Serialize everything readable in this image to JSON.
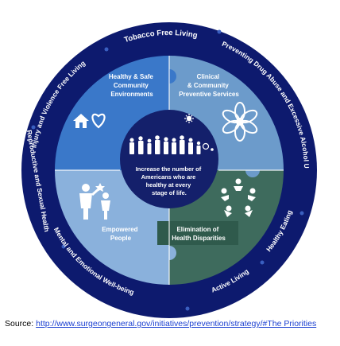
{
  "outer_ring": {
    "labels": [
      {
        "id": "tobacco",
        "text": "Tobacco Free Living"
      },
      {
        "id": "drug",
        "text": "Preventing Drug Abuse and Excessive Alcohol Use"
      },
      {
        "id": "eating",
        "text": "Healthy Eating"
      },
      {
        "id": "active",
        "text": "Active Living"
      },
      {
        "id": "mental",
        "text": "Mental and Emotional Well-being"
      },
      {
        "id": "repro",
        "text": "Reproductive and Sexual Health"
      },
      {
        "id": "injury",
        "text": "Injury and Violence Free Living"
      }
    ]
  },
  "quadrants": {
    "top_left": [
      "Healthy & Safe",
      "Community",
      "Environments"
    ],
    "top_right": [
      "Clinical",
      "& Community",
      "Preventive Services"
    ],
    "bottom_left": [
      "Empowered",
      "People"
    ],
    "bottom_right": [
      "Elimination of",
      "Health Disparities"
    ]
  },
  "center": {
    "lines": [
      "Increase the number of",
      "Americans who are",
      "healthy at every",
      "stage of life."
    ]
  },
  "source": {
    "label": "Source:",
    "url": "http://www.surgeongeneral.gov/initiatives/prevention/strategy/#The Priorities"
  },
  "colors": {
    "outer_ring": "#0d1a6e",
    "quad_top_left": "#3a78c9",
    "quad_top_right": "#5f92c4",
    "quad_bottom_left": "#8ab1dc",
    "quad_bottom_right": "#3e6b5d",
    "center": "#14206b"
  },
  "icons": [
    "house-heart-icon",
    "sun-icon",
    "flower-icon",
    "people-circle-icon",
    "family-icon",
    "parent-child-icon"
  ]
}
